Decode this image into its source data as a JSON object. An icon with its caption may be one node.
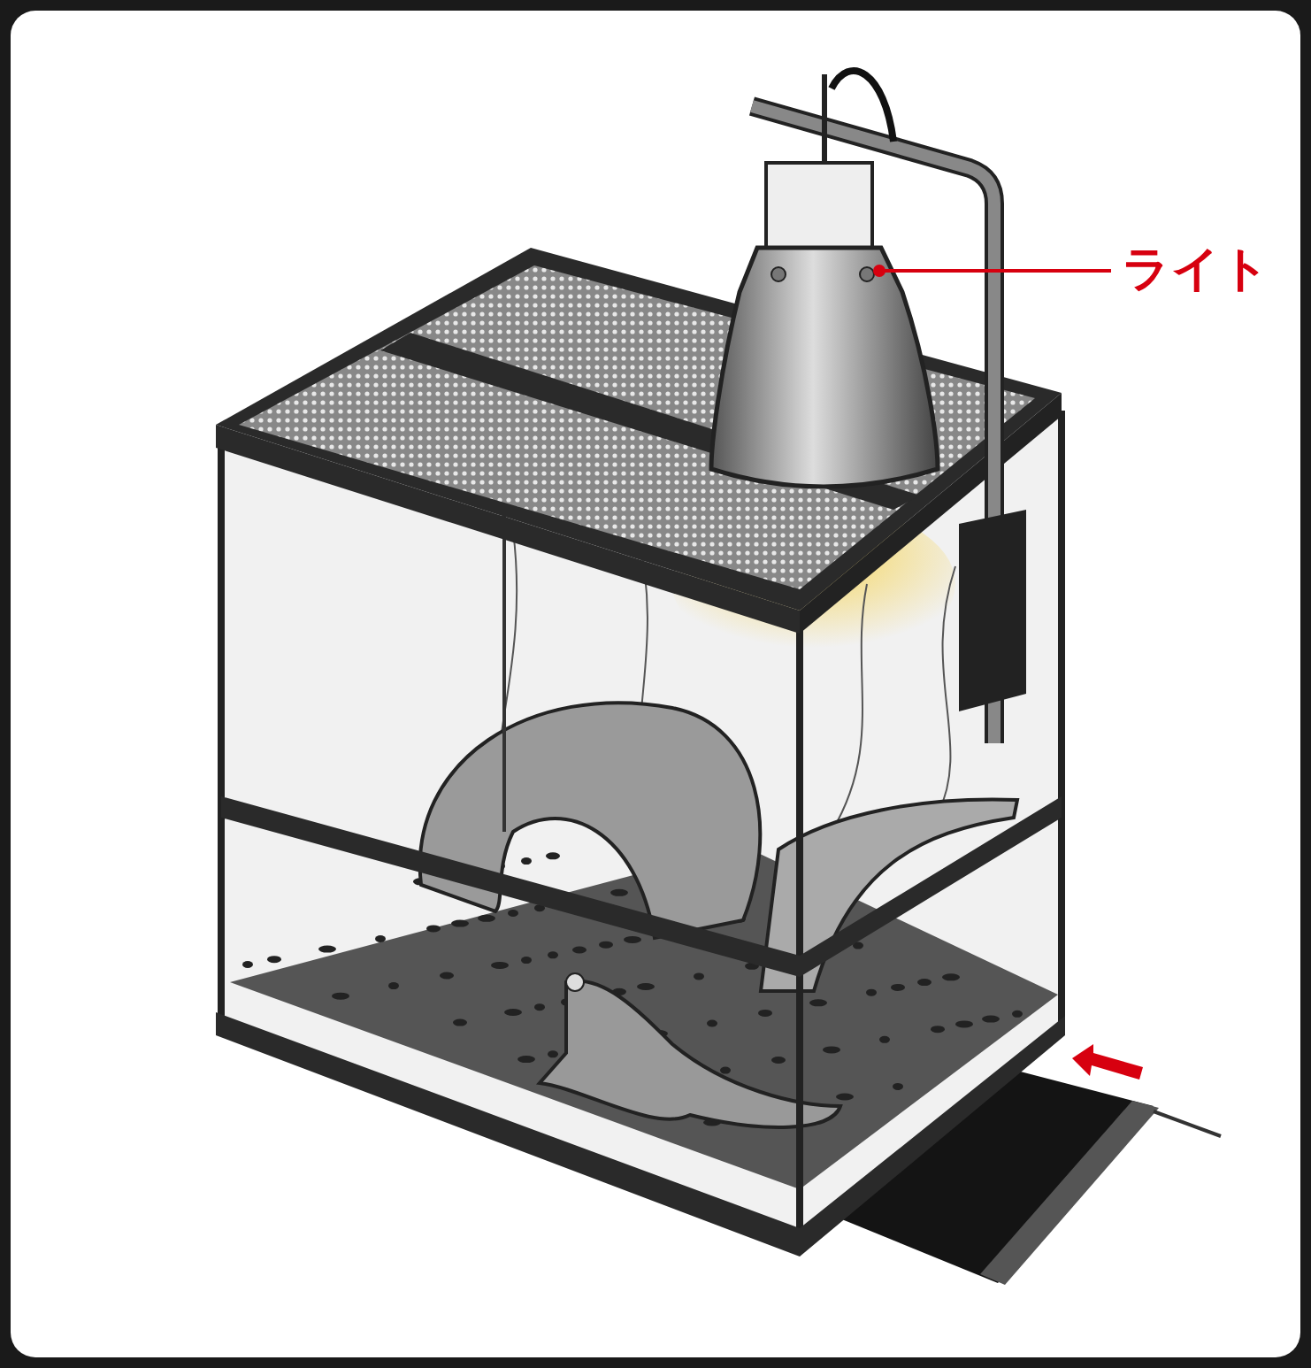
{
  "diagram": {
    "nodes": [
      {
        "text": [
          "ライト"
        ]
      },
      {
        "text": [],
        "shape": "picture"
      }
    ],
    "edges": [
      {
        "from": 0,
        "to": 1,
        "arrow": "other",
        "color": "#d7000f"
      }
    ]
  }
}
